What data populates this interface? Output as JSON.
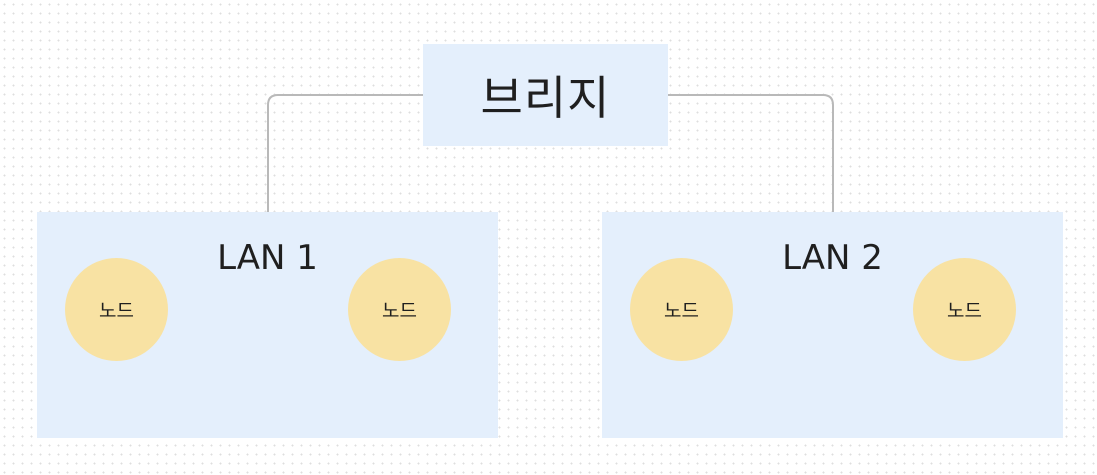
{
  "bridge": {
    "label": "브리지"
  },
  "lans": [
    {
      "label": "LAN 1",
      "nodes": [
        "노드",
        "노드"
      ]
    },
    {
      "label": "LAN 2",
      "nodes": [
        "노드",
        "노드"
      ]
    }
  ],
  "colors": {
    "box_fill": "#e4effc",
    "node_fill": "#f8e2a3",
    "connector": "#b9b9b9",
    "text": "#1f1f1f"
  }
}
